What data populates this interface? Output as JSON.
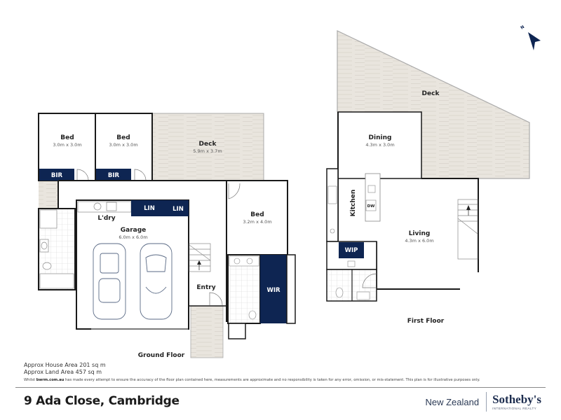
{
  "colors": {
    "wall": "#1a1a1a",
    "navy": "#0e2552",
    "deck": "#e8e4dd",
    "tile": "#d8d8d8",
    "brand": "#1d2d4f"
  },
  "compass": {
    "label": "N"
  },
  "ground_floor": {
    "label": "Ground Floor",
    "rooms": {
      "bed1": {
        "name": "Bed",
        "dim": "3.0m x 3.0m"
      },
      "bed2": {
        "name": "Bed",
        "dim": "3.0m x 3.0m"
      },
      "deck": {
        "name": "Deck",
        "dim": "5.9m x 3.7m"
      },
      "bir1": {
        "name": "BIR"
      },
      "bir2": {
        "name": "BIR"
      },
      "lin1": {
        "name": "LIN"
      },
      "lin2": {
        "name": "LIN"
      },
      "laundry": {
        "name": "L'dry"
      },
      "garage": {
        "name": "Garage",
        "dim": "6.0m x 6.0m"
      },
      "bed3": {
        "name": "Bed",
        "dim": "3.2m x 4.0m"
      },
      "entry": {
        "name": "Entry"
      },
      "wir": {
        "name": "WIR"
      }
    }
  },
  "first_floor": {
    "label": "First Floor",
    "rooms": {
      "deck": {
        "name": "Deck"
      },
      "dining": {
        "name": "Dining",
        "dim": "4.3m x 3.0m"
      },
      "kitchen": {
        "name": "Kitchen"
      },
      "dw": {
        "name": "DW"
      },
      "living": {
        "name": "Living",
        "dim": "4.3m x 6.0m"
      },
      "wip": {
        "name": "WIP"
      }
    }
  },
  "footer": {
    "house_area": "Approx House Area 201 sq m",
    "land_area": "Approx Land Area 457 sq m",
    "disclaimer_prefix": "Whilst ",
    "disclaimer_brand": "bwrm.com.au",
    "disclaimer_text": " has made every attempt to ensure the accuracy of the floor plan contained here, measurements are approximate and no responsibility is taken for any error, omission, or mis-statement. This plan is for illustrative purposes only.",
    "address": "9 Ada Close, Cambridge",
    "brand_region": "New Zealand",
    "brand_name": "Sotheby's",
    "brand_sub": "INTERNATIONAL REALTY"
  }
}
